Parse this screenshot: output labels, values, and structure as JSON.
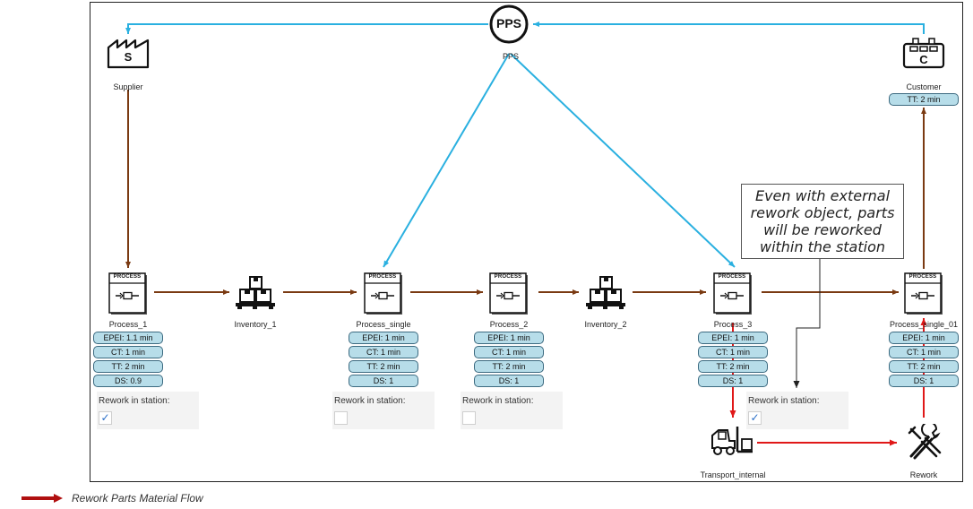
{
  "pps": {
    "badge": "PPS",
    "label": "PPS"
  },
  "supplier": {
    "letter": "S",
    "label": "Supplier"
  },
  "customer": {
    "letter": "C",
    "label": "Customer",
    "tt": "TT: 2 min"
  },
  "process_header": "PROCESS",
  "processes": [
    {
      "label": "Process_1",
      "kpis": [
        "EPEI: 1.1 min",
        "CT: 1 min",
        "TT: 2 min",
        "DS: 0.9"
      ]
    },
    {
      "label": "Process_single",
      "kpis": [
        "EPEI: 1 min",
        "CT: 1 min",
        "TT: 2 min",
        "DS: 1"
      ]
    },
    {
      "label": "Process_2",
      "kpis": [
        "EPEI: 1 min",
        "CT: 1 min",
        "TT: 2 min",
        "DS: 1"
      ]
    },
    {
      "label": "Process_3",
      "kpis": [
        "EPEI: 1 min",
        "CT: 1 min",
        "TT: 2 min",
        "DS: 1"
      ]
    },
    {
      "label": "Process_single_01",
      "kpis": [
        "EPEI: 1 min",
        "CT: 1 min",
        "TT: 2 min",
        "DS: 1"
      ]
    }
  ],
  "inventories": [
    {
      "label": "Inventory_1"
    },
    {
      "label": "Inventory_2"
    }
  ],
  "rework_boxes": [
    {
      "label": "Rework in station:",
      "checked": true,
      "mark": "✓"
    },
    {
      "label": "Rework in station:",
      "checked": false,
      "mark": ""
    },
    {
      "label": "Rework in station:",
      "checked": false,
      "mark": ""
    },
    {
      "label": "Rework in station:",
      "checked": true,
      "mark": "✓"
    }
  ],
  "transport": {
    "label": "Transport_internal"
  },
  "rework_station": {
    "label": "Rework"
  },
  "callout": {
    "text": "Even with external rework object, parts will be reworked within the station"
  },
  "legend": {
    "text": "Rework Parts Material Flow"
  },
  "colors": {
    "info_flow": "#2ab0e0",
    "material_flow": "#7a3a12",
    "rework_flow": "#e01818",
    "kpi_fill": "#b7dde9"
  }
}
